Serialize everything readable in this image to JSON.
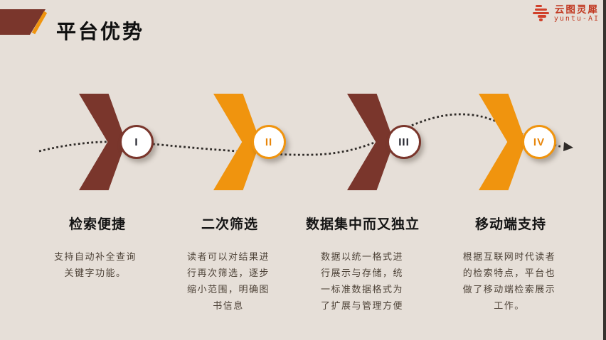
{
  "slide": {
    "title": "平台优势"
  },
  "logo": {
    "name": "云图灵犀",
    "subtitle": "yuntu-AI"
  },
  "theme": {
    "background": "#e6dfd8",
    "maroon": "#7a362c",
    "orange": "#f0940e",
    "dotted_line": "#2f2b28",
    "logo_red": "#c13820",
    "circle_fill": "#ffffff"
  },
  "steps": [
    {
      "numeral": "I",
      "color": "maroon",
      "heading": "检索便捷",
      "description": "支持自动补全查询\n关键字功能。"
    },
    {
      "numeral": "II",
      "color": "orange",
      "heading": "二次筛选",
      "description": "读者可以对结果进\n行再次筛选，逐步\n缩小范围，明确图\n书信息"
    },
    {
      "numeral": "III",
      "color": "maroon",
      "heading": "数据集中而又独立",
      "description": "数据以统一格式进\n行展示与存储，统\n一标准数据格式为\n了扩展与管理方便"
    },
    {
      "numeral": "IV",
      "color": "orange",
      "heading": "移动端支持",
      "description": "根据互联网时代读者\n的检索特点，平台也\n做了移动端检索展示\n工作。"
    }
  ]
}
